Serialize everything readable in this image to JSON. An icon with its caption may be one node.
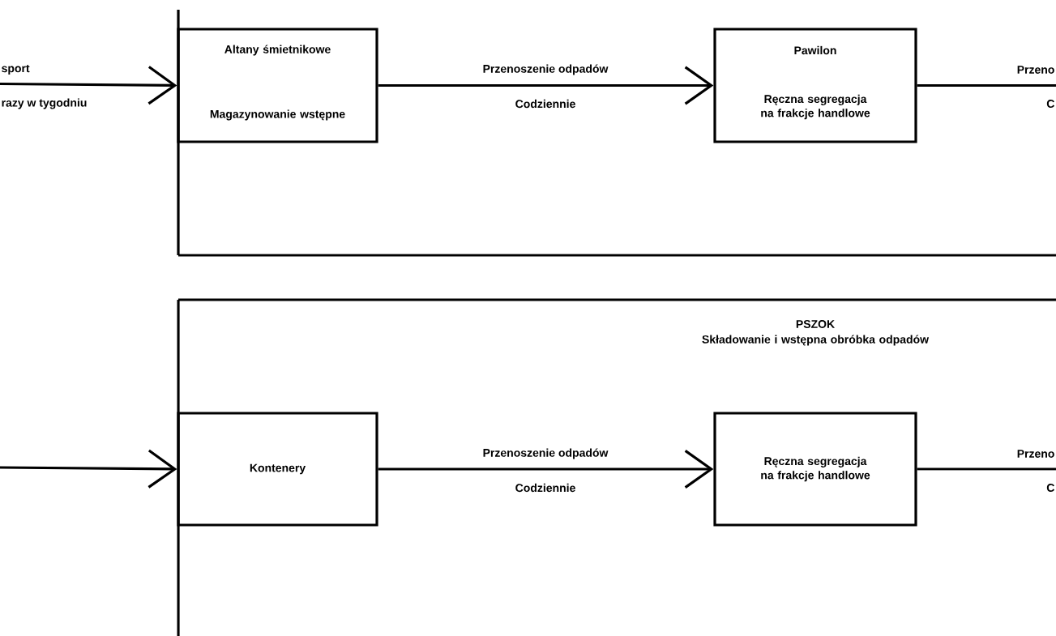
{
  "diagram": {
    "nodes": [
      {
        "text": [],
        "shape": "box"
      },
      {
        "text": [
          "Altany śmietnikowe",
          "Magazynowanie wstępne"
        ],
        "in": 0
      },
      {
        "text": [
          "Pawilon",
          "Ręczna segregacja na frakcje handlowe"
        ],
        "in": 0
      },
      {
        "text": [
          "PSZOK",
          "Składowanie i wstępna obróbka odpadów"
        ]
      },
      {
        "text": [
          "Kontenery"
        ],
        "in": 3
      },
      {
        "text": [
          "Ręczna segregacja na frakcje handlowe"
        ],
        "in": 3
      }
    ],
    "edges": [
      {
        "from": null,
        "to": 1,
        "arrow": "to",
        "label": "sport"
      },
      {
        "from": 1,
        "to": 2,
        "arrow": "to",
        "label": "Przenoszenie odpadów"
      },
      {
        "from": 2,
        "to": null,
        "arrow": "none",
        "label": "Przeno"
      },
      {
        "from": null,
        "to": 4,
        "arrow": "to"
      },
      {
        "from": 4,
        "to": 5,
        "arrow": "to",
        "label": "Przenoszenie odpadów"
      },
      {
        "from": 5,
        "to": null,
        "arrow": "none",
        "label": "Przeno"
      }
    ],
    "labels": [
      "razy w tygodniu",
      "Codziennie",
      "C",
      "Codziennie",
      "C"
    ]
  }
}
